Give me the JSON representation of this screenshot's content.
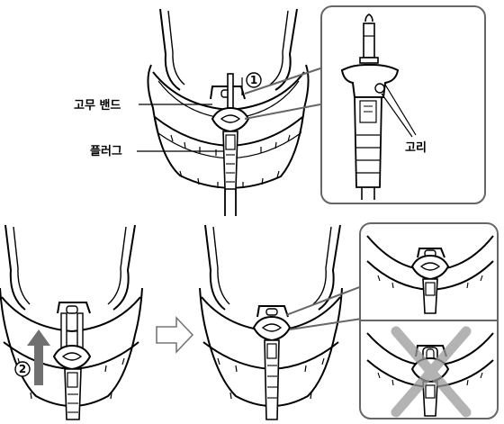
{
  "labels": {
    "rubber_band": "고무 밴드",
    "plug": "플러그",
    "hook": "고리"
  },
  "steps": {
    "step1": "1",
    "step2": "2"
  },
  "icons": {
    "step_arrow": "right-arrow-icon",
    "prohibited": "x-mark-icon"
  },
  "colors": {
    "line": "#000000",
    "callout_border": "#666666",
    "prohibit_x": "#9a9a9a",
    "up_arrow": "#707070"
  }
}
